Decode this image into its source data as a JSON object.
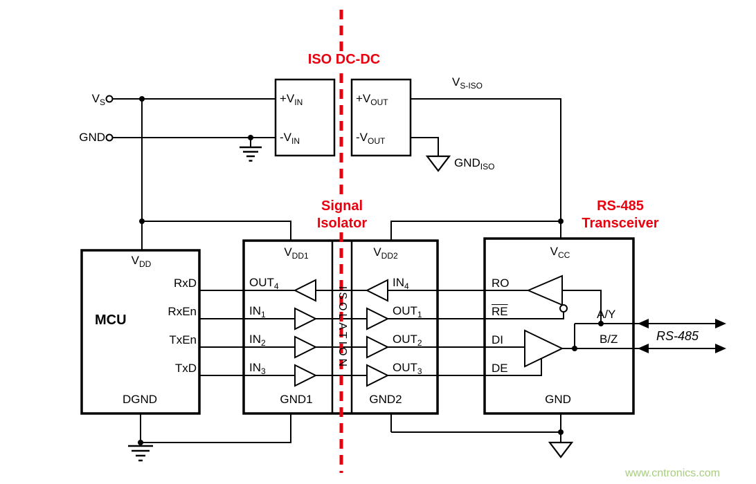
{
  "colors": {
    "accent_red": "#e8000f",
    "wire_black": "#000000",
    "watermark_green": "#a6ce7d"
  },
  "headers": {
    "iso_dcdc": "ISO DC-DC",
    "signal_isolator": [
      "Signal",
      "Isolator"
    ],
    "rs485_transceiver": [
      "RS-485",
      "Transceiver"
    ]
  },
  "supply": {
    "vs": {
      "main": "V",
      "sub": "S"
    },
    "gnd": "GND",
    "vs_iso": {
      "main": "V",
      "sub": "S-ISO"
    },
    "gnd_iso": {
      "main": "GND",
      "sub": "ISO"
    }
  },
  "dcdc": {
    "plus_vin": {
      "main": "+V",
      "sub": "IN"
    },
    "minus_vin": {
      "main": "-V",
      "sub": "IN"
    },
    "plus_vout": {
      "main": "+V",
      "sub": "OUT"
    },
    "minus_vout": {
      "main": "-V",
      "sub": "OUT"
    }
  },
  "mcu": {
    "name": "MCU",
    "vdd": {
      "main": "V",
      "sub": "DD"
    },
    "dgnd": "DGND",
    "pins": [
      "RxD",
      "RxEn",
      "TxEn",
      "TxD"
    ]
  },
  "isolator": {
    "vdd1": {
      "main": "V",
      "sub": "DD1"
    },
    "vdd2": {
      "main": "V",
      "sub": "DD2"
    },
    "gnd1": "GND1",
    "gnd2": "GND2",
    "barrier": "ISOLATION",
    "left_pins": [
      {
        "main": "OUT",
        "sub": "4"
      },
      {
        "main": "IN",
        "sub": "1"
      },
      {
        "main": "IN",
        "sub": "2"
      },
      {
        "main": "IN",
        "sub": "3"
      }
    ],
    "right_pins": [
      {
        "main": "IN",
        "sub": "4"
      },
      {
        "main": "OUT",
        "sub": "1"
      },
      {
        "main": "OUT",
        "sub": "2"
      },
      {
        "main": "OUT",
        "sub": "3"
      }
    ]
  },
  "transceiver": {
    "vcc": {
      "main": "V",
      "sub": "CC"
    },
    "gnd": "GND",
    "pins": [
      "RO",
      "RE",
      "DI",
      "DE"
    ],
    "bus": [
      "A/Y",
      "B/Z"
    ],
    "bus_name": "RS-485"
  },
  "watermark": "www.cntronics.com"
}
